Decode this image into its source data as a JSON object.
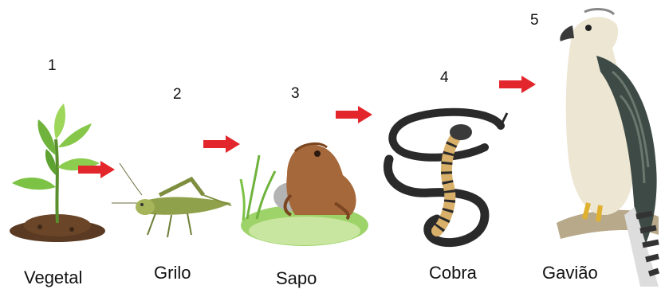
{
  "chain": [
    {
      "number": "1",
      "label": "Vegetal",
      "icon": "plant-icon"
    },
    {
      "number": "2",
      "label": "Grilo",
      "icon": "cricket-icon"
    },
    {
      "number": "3",
      "label": "Sapo",
      "icon": "toad-icon"
    },
    {
      "number": "4",
      "label": "Cobra",
      "icon": "cobra-icon"
    },
    {
      "number": "5",
      "label": "Gavião",
      "icon": "hawk-icon"
    }
  ],
  "arrow_color": "#e3262b",
  "arrow_icon": "right-arrow-icon"
}
